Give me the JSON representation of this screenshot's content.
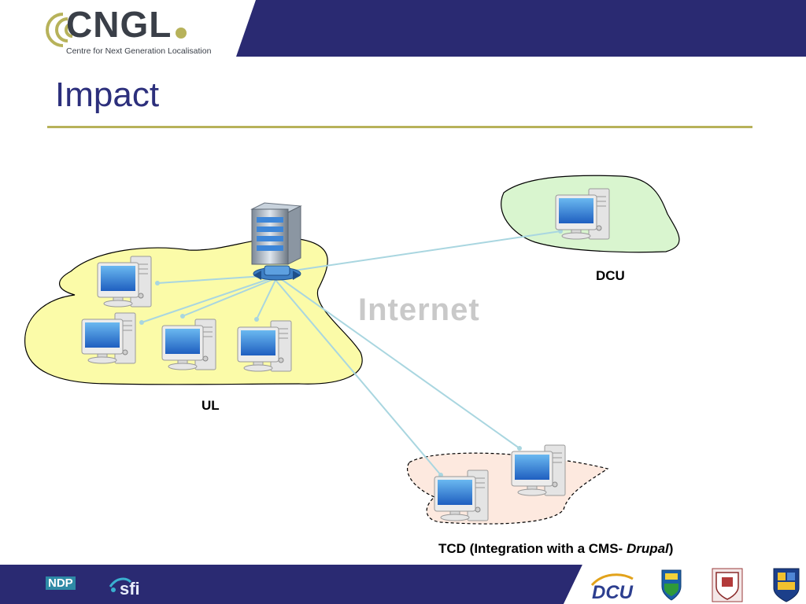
{
  "header": {
    "logo_word": "CNGL",
    "logo_tagline": "Centre for Next Generation Localisation"
  },
  "slide": {
    "title": "Impact"
  },
  "diagram": {
    "cloud_label": "Internet",
    "nodes": {
      "ul": {
        "label": "UL"
      },
      "dcu": {
        "label": "DCU"
      },
      "tcd": {
        "label_main": "TCD (Integration with a CMS- ",
        "label_italic": "Drupal",
        "label_end": ")"
      }
    }
  },
  "footer": {
    "logos": [
      "NDP",
      "sfi",
      "DCU",
      "UCD",
      "TCD",
      "UL"
    ],
    "ndp_label": "NDP",
    "sfi_label": "sfi",
    "dcu_label": "DCU"
  },
  "colors": {
    "navy": "#2c2f7c",
    "olive": "#b7b25a",
    "ul_region": "#fbfba8",
    "dcu_region": "#d9f5cf",
    "tcd_region": "#fde9df",
    "link": "#a9d6e0"
  }
}
